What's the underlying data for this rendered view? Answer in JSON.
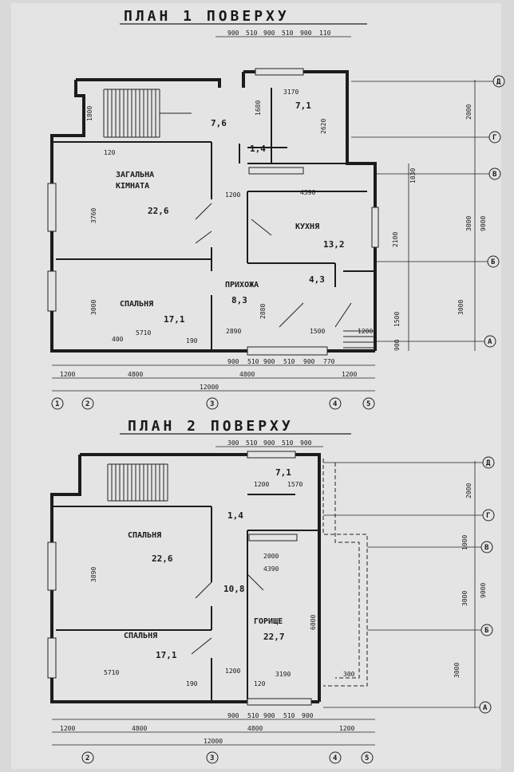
{
  "plans": [
    {
      "title": "ПЛАН 1 ПОВЕРХУ",
      "rooms": [
        {
          "name": "ЗАГАЛЬНА",
          "name2": "КІМНАТА",
          "area": "22,6"
        },
        {
          "name": "СПАЛЬНЯ",
          "area": "17,1"
        },
        {
          "name": "ПРИХОЖА",
          "area": "8,3"
        },
        {
          "name": "КУХНЯ",
          "area": "13,2"
        }
      ],
      "small_areas": [
        "7,6",
        "7,1",
        "1,4",
        "4,3"
      ],
      "dims_top": [
        "900",
        "510",
        "900",
        "510",
        "900",
        "110"
      ],
      "dims_bottom": [
        "900",
        "510",
        "900",
        "510",
        "900",
        "770"
      ],
      "dims_total": [
        "1200",
        "4800",
        "1200",
        "12000"
      ],
      "dims_inner": [
        "1800",
        "3760",
        "3000",
        "5710",
        "190",
        "2890",
        "1500",
        "1200",
        "3170",
        "1680",
        "2620",
        "4390",
        "2100",
        "2880",
        "120",
        "1200",
        "400"
      ],
      "dims_right": [
        "2000",
        "1030",
        "3000",
        "1500",
        "900",
        "9000",
        "3000"
      ],
      "axes_h": [
        "1",
        "2",
        "3",
        "4",
        "5"
      ],
      "axes_v": [
        "Д",
        "Г",
        "В",
        "Б",
        "А"
      ]
    },
    {
      "title": "ПЛАН 2 ПОВЕРХУ",
      "rooms": [
        {
          "name": "СПАЛЬНЯ",
          "area": "22,6"
        },
        {
          "name": "СПАЛЬНЯ",
          "area": "17,1"
        },
        {
          "name": "ГОРИЩЕ",
          "area": "22,7"
        }
      ],
      "small_areas": [
        "7,1",
        "1,4",
        "10,8"
      ],
      "dims_top": [
        "300",
        "510",
        "900",
        "510",
        "900"
      ],
      "dims_bottom": [
        "900",
        "510",
        "900",
        "510",
        "900"
      ],
      "dims_total": [
        "1200",
        "4800",
        "4800",
        "1200",
        "12000"
      ],
      "dims_inner": [
        "1200",
        "1570",
        "2000",
        "4390",
        "3890",
        "5710",
        "1200",
        "3190",
        "6000",
        "190",
        "120",
        "300"
      ],
      "dims_right": [
        "2000",
        "1000",
        "3000",
        "9000",
        "3000"
      ],
      "axes_h": [
        "2",
        "3",
        "4",
        "5"
      ],
      "axes_v": [
        "Д",
        "Г",
        "В",
        "Б",
        "А"
      ]
    }
  ]
}
